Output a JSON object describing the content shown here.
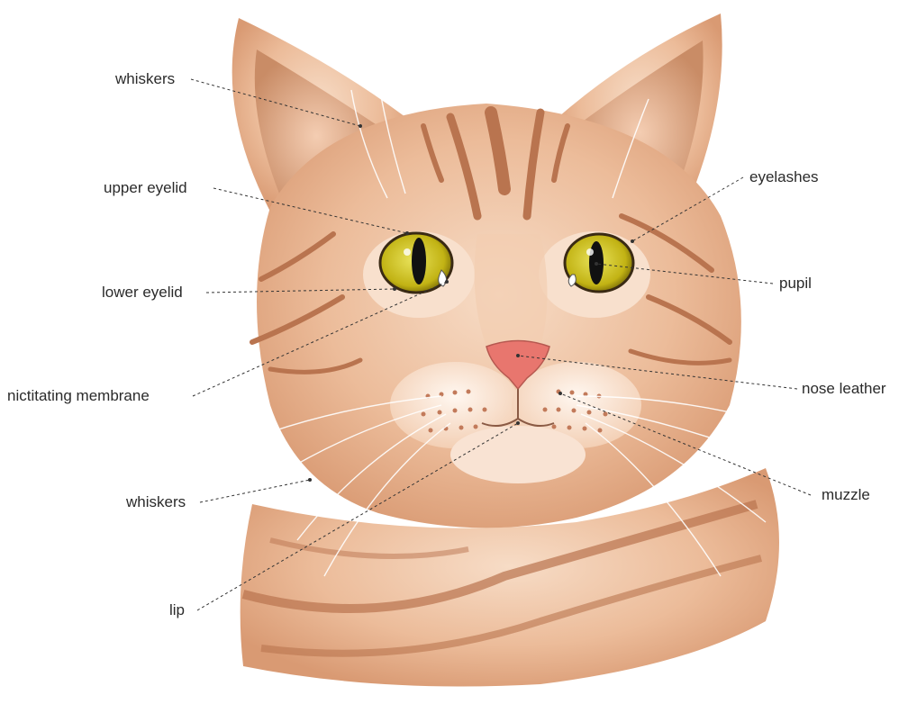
{
  "labels": {
    "whiskers_top": "whiskers",
    "upper_eyelid": "upper eyelid",
    "lower_eyelid": "lower eyelid",
    "nictitating_membrane": "nictitating membrane",
    "whiskers_bottom": "whiskers",
    "lip": "lip",
    "eyelashes": "eyelashes",
    "pupil": "pupil",
    "nose_leather": "nose leather",
    "muzzle": "muzzle"
  },
  "colors": {
    "fur": "#e9b48f",
    "fur_light": "#f6d7bf",
    "stripe": "#b9744f",
    "iris": "#c9c21a",
    "nose": "#e8766e",
    "leader": "#333333"
  }
}
